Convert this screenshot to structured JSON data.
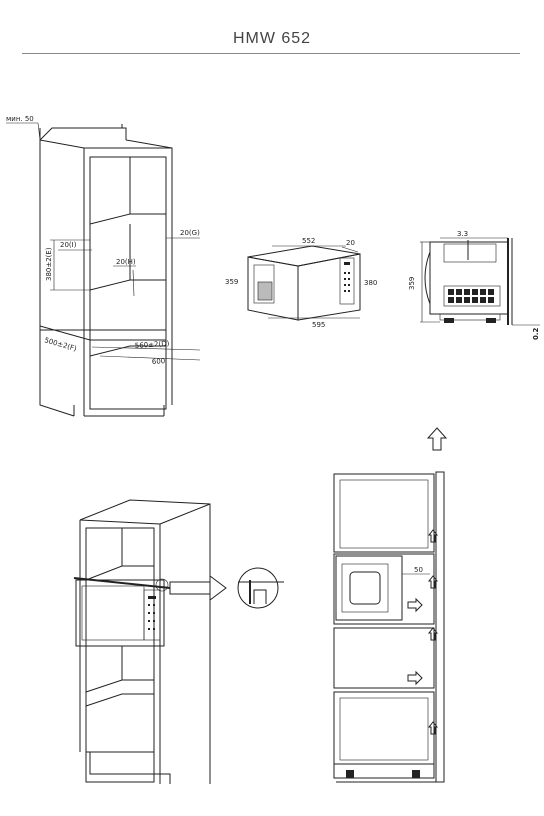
{
  "header": {
    "title": "HMW 652"
  },
  "cabinet_dims": {
    "min_gap": "мин. 50",
    "a": "20(I)",
    "b": "20(G)",
    "c": "20(H)",
    "d": "380±2(E)",
    "e": "500±2(F)",
    "f": "560±2(D)",
    "g": "600"
  },
  "oven_dims": {
    "width_top": "552",
    "depth_top": "20",
    "height_left": "359",
    "height_right": "380",
    "width_bottom": "595"
  },
  "side_dims": {
    "top": "3.3",
    "height": "359",
    "bottom": "0.2"
  },
  "ventilation_dims": {
    "gap": "50"
  }
}
